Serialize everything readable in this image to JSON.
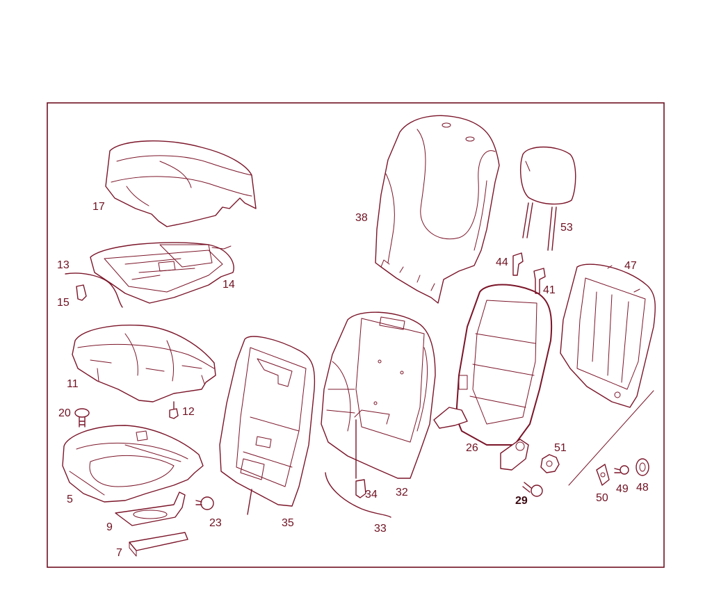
{
  "accent_color": "#7a1428",
  "background_color": "#ffffff",
  "parts": {
    "p17": "17",
    "p38": "38",
    "p53": "53",
    "p13": "13",
    "p14": "14",
    "p15": "15",
    "p44": "44",
    "p41": "41",
    "p47": "47",
    "p11": "11",
    "p12": "12",
    "p20": "20",
    "p26": "26",
    "p51": "51",
    "p5": "5",
    "p34": "34",
    "p32": "32",
    "p35": "35",
    "p29": "29",
    "p49": "49",
    "p48": "48",
    "p50": "50",
    "p9": "9",
    "p23": "23",
    "p33": "33",
    "p7": "7"
  }
}
